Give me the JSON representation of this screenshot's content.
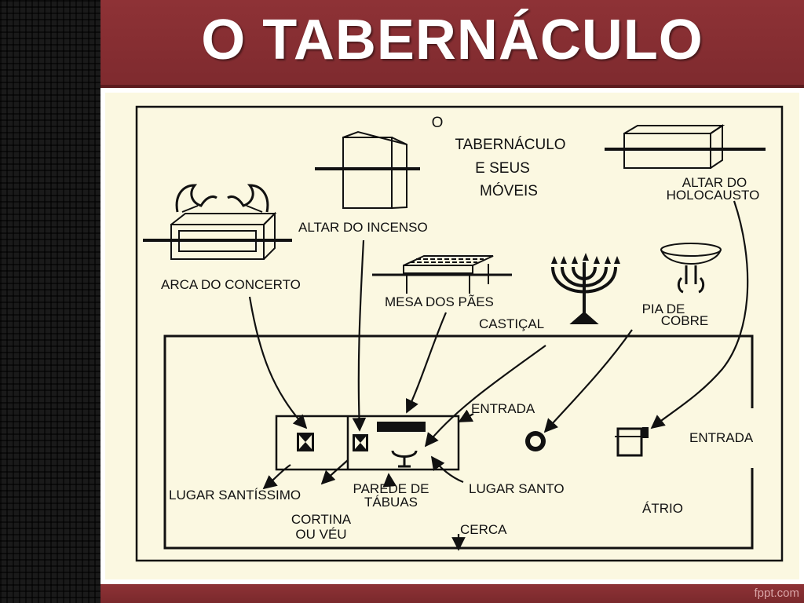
{
  "header": {
    "title": "O TABERNÁCULO"
  },
  "footer": {
    "watermark": "fppt.com"
  },
  "diagram": {
    "heading_lines": [
      "O",
      "TABERNÁCULO",
      "E SEUS",
      "MÓVEIS"
    ],
    "labels": {
      "altar_holocausto_1": "ALTAR DO",
      "altar_holocausto_2": "HOLOCAUSTO",
      "altar_incenso": "ALTAR DO INCENSO",
      "arca": "ARCA DO CONCERTO",
      "mesa": "MESA DOS PÃES",
      "castical": "CASTIÇAL",
      "pia_1": "PIA DE",
      "pia_2": "COBRE",
      "entrada_tabernaculo": "ENTRADA",
      "entrada_atrio": "ENTRADA",
      "lugar_santissimo": "LUGAR SANTÍSSIMO",
      "parede_1": "PAREDE DE",
      "parede_2": "TÁBUAS",
      "lugar_santo": "LUGAR SANTO",
      "cortina_1": "CORTINA",
      "cortina_2": "OU VÉU",
      "atrio": "ÁTRIO",
      "cerca": "CERCA"
    }
  },
  "colors": {
    "title_bar": "#8e3236",
    "paper": "#fbf8e1",
    "ink": "#111111"
  }
}
